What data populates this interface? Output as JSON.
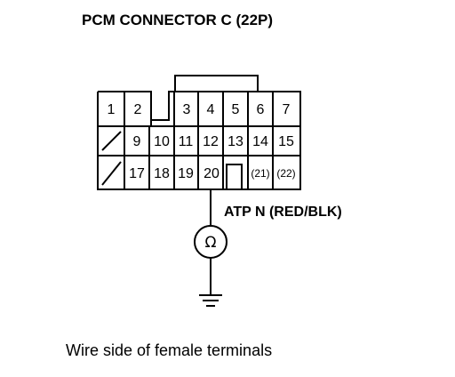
{
  "title": "PCM CONNECTOR C (22P)",
  "connector": {
    "rows": [
      [
        "1",
        "2",
        "3",
        "4",
        "5",
        "6",
        "7"
      ],
      [
        "9",
        "10",
        "11",
        "12",
        "13",
        "14",
        "15"
      ],
      [
        "17",
        "18",
        "19",
        "20",
        "(21)",
        "(22)"
      ]
    ]
  },
  "wire": {
    "label": "ATP N (RED/BLK)",
    "meter_symbol": "Ω"
  },
  "caption": "Wire side of female terminals",
  "icons": {
    "meter": "ohmmeter-icon",
    "ground": "ground-icon"
  }
}
